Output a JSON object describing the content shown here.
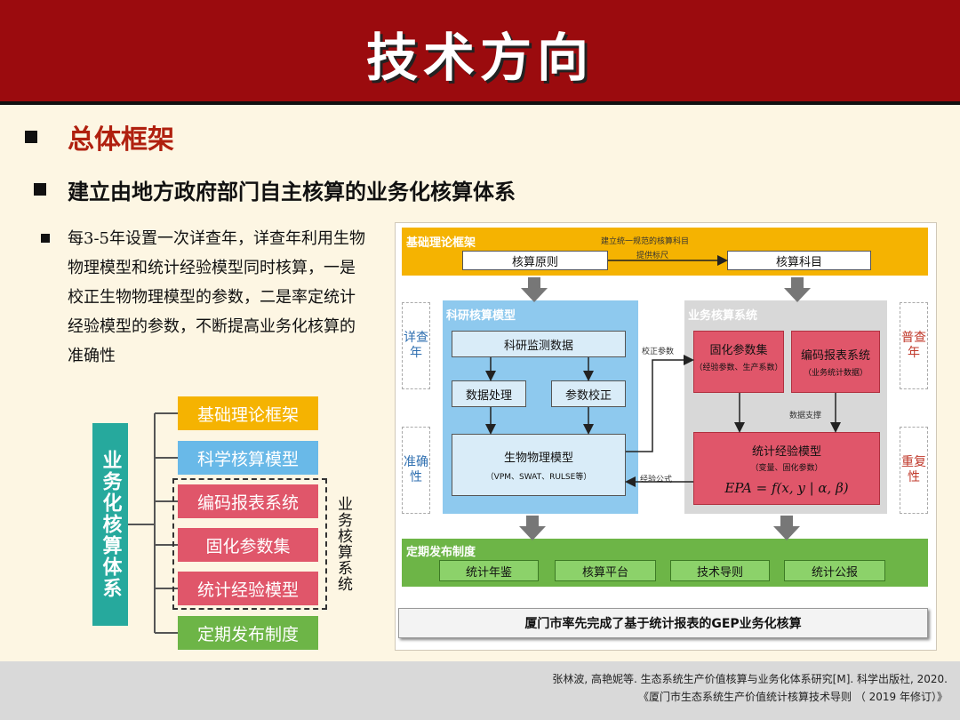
{
  "header": {
    "title": "技术方向"
  },
  "section1": "总体框架",
  "section2": "建立由地方政府部门自主核算的业务化核算体系",
  "paragraph": "每3-5年设置一次详查年，详查年利用生物物理模型和统计经验模型同时核算，一是校正生物物理模型的参数，二是率定统计经验模型的参数，不断提高业务化核算的准确性",
  "left_diagram": {
    "root": "业务化核算体系",
    "items": [
      "基础理论框架",
      "科学核算模型",
      "编码报表系统",
      "固化参数集",
      "统计经验模型",
      "定期发布制度"
    ],
    "group_label": "业务核算系统"
  },
  "diagram": {
    "top_band": "基础理论框架",
    "top_note1": "建立统一规范的核算科目",
    "top_note2": "提供标尺",
    "box_principle": "核算原则",
    "box_subject": "核算科目",
    "research_panel": "科研核算模型",
    "research_data": "科研监测数据",
    "data_processing": "数据处理",
    "param_calibration": "参数校正",
    "biophys_model": "生物物理模型",
    "biophys_sub": "（VPM、SWAT、RULSE等）",
    "business_panel": "业务核算系统",
    "fixed_params": "固化参数集",
    "fixed_params_sub": "（经验参数、生产系数）",
    "coding_system": "编码报表系统",
    "coding_sub": "（业务统计数据）",
    "data_support": "数据支撑",
    "stat_model": "统计经验模型",
    "stat_sub": "（变量、固化参数）",
    "formula": "EPA = f(x, y | α, β)",
    "calib_params": "校正参数",
    "exp_formula": "经验公式",
    "side_left1": "详查年",
    "side_left2": "准确性",
    "side_right1": "普查年",
    "side_right2": "重复性",
    "bottom_band": "定期发布制度",
    "bottom_items": [
      "统计年鉴",
      "核算平台",
      "技术导则",
      "统计公报"
    ],
    "caption": "厦门市率先完成了基于统计报表的GEP业务化核算"
  },
  "footer": {
    "ref1": "张林波, 高艳妮等. 生态系统生产价值核算与业务化体系研究[M]. 科学出版社, 2020.",
    "ref2": "《厦门市生态系统生产价值统计核算技术导则 （ 2019 年修订）》"
  }
}
